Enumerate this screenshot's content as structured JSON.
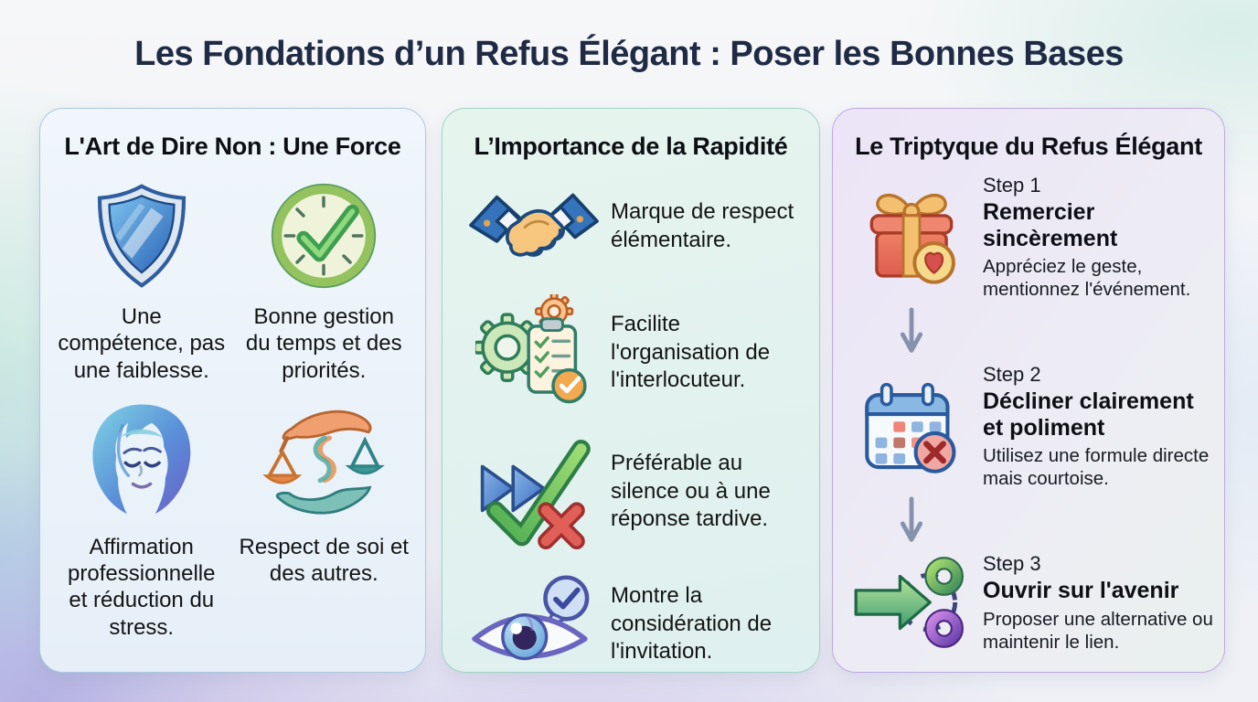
{
  "page": {
    "title": "Les Fondations d’un Refus Élégant : Poser les Bonnes Bases"
  },
  "colors": {
    "title_text": "#1f2b45",
    "card1_bg": "#eaf2fa",
    "card1_border": "#a9c9de",
    "card2_bg": "#e2f2ee",
    "card2_border": "#9fd4c6",
    "card3_bg": "#ece4f7",
    "card3_border": "#bfa8e0",
    "step_arrow": "#8691ad"
  },
  "card1": {
    "title": "L'Art de Dire Non : Une Force",
    "items": [
      {
        "icon": "shield-icon",
        "text": "Une compétence, pas une faiblesse."
      },
      {
        "icon": "clock-check-icon",
        "text": "Bonne gestion du temps et des priorités."
      },
      {
        "icon": "calm-face-icon",
        "text": "Affirmation professionnelle et réduction du stress."
      },
      {
        "icon": "balance-hands-icon",
        "text": "Respect de soi et des autres."
      }
    ]
  },
  "card2": {
    "title": "L’Importance de la Rapidité",
    "items": [
      {
        "icon": "handshake-icon",
        "text": "Marque de respect élémentaire."
      },
      {
        "icon": "gears-clipboard-icon",
        "text": "Facilite l'organisation de l'interlocuteur."
      },
      {
        "icon": "fast-forward-check-icon",
        "text": "Préférable au silence ou à une réponse tardive."
      },
      {
        "icon": "eye-speech-check-icon",
        "text": "Montre la considération de l'invitation."
      }
    ]
  },
  "card3": {
    "title": "Le Triptyque du Refus Élégant",
    "steps": [
      {
        "icon": "gift-heart-icon",
        "label": "Step 1",
        "heading": "Remercier sincèrement",
        "desc": "Appréciez le geste, mentionnez l'événement."
      },
      {
        "icon": "calendar-decline-icon",
        "label": "Step 2",
        "heading": "Décliner clairement et poliment",
        "desc": "Utilisez une formule directe mais courtoise."
      },
      {
        "icon": "future-link-icon",
        "label": "Step 3",
        "heading": "Ouvrir sur l'avenir",
        "desc": "Proposer une alternative ou maintenir le lien."
      }
    ]
  }
}
